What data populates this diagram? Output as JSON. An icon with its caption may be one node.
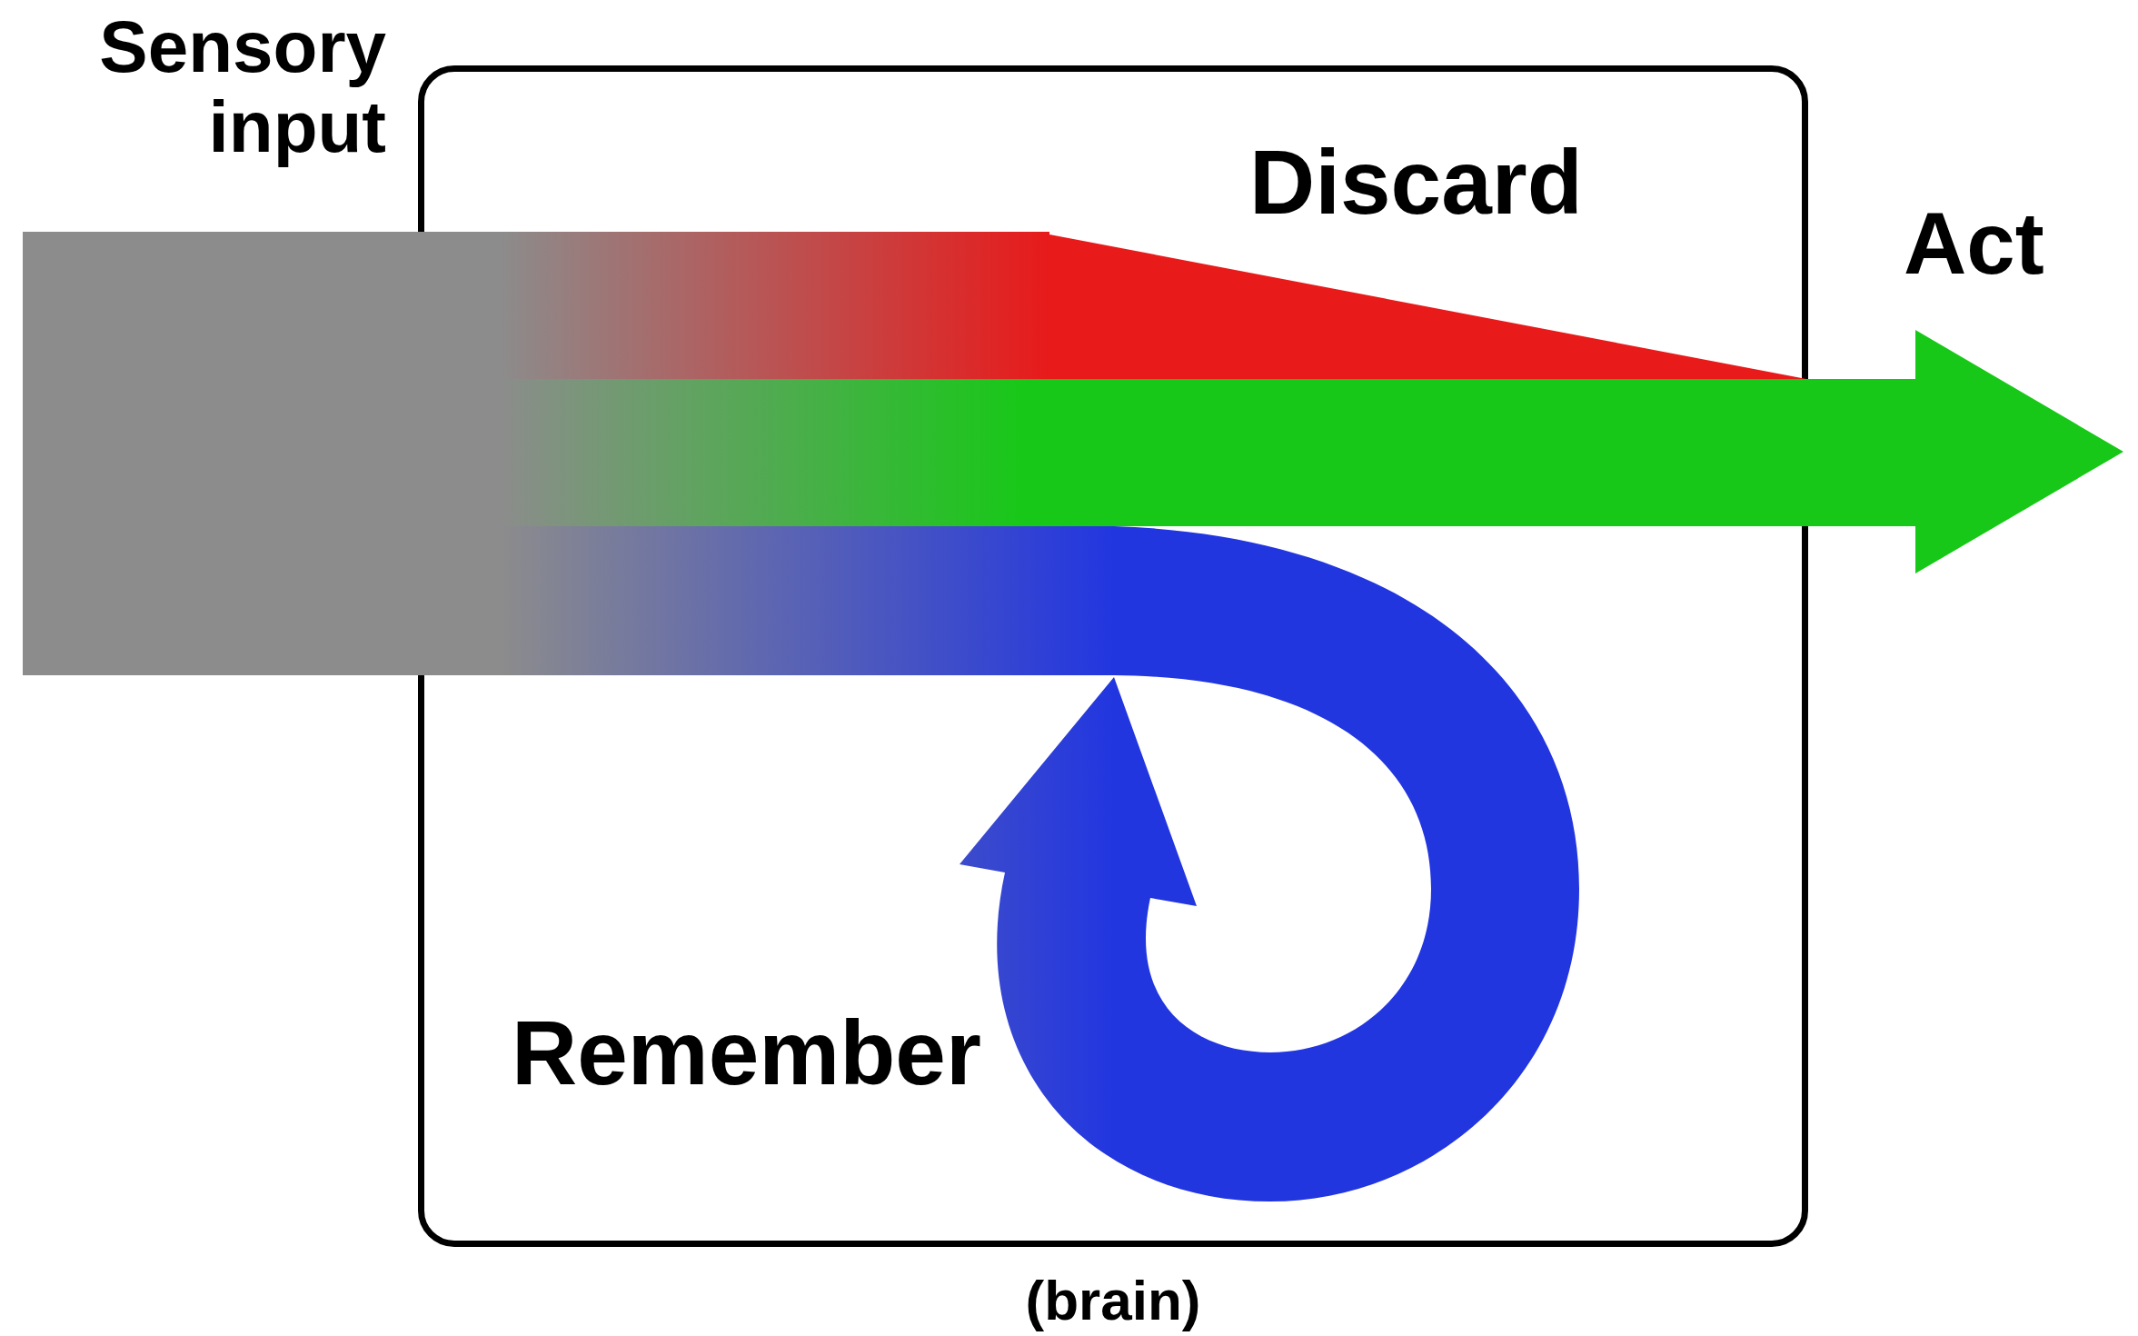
{
  "diagram": {
    "nodes": [
      {
        "text": [
          "(brain)"
        ]
      },
      {
        "text": [
          "Sensory input"
        ]
      },
      {
        "text": [
          "Discard"
        ],
        "in": 0
      },
      {
        "text": [
          "Act"
        ]
      },
      {
        "text": [
          "Remember"
        ],
        "in": 0
      }
    ],
    "edges": [
      {
        "from": 1,
        "to": 2,
        "arrow": "none",
        "color": "#e81a1a"
      },
      {
        "from": 1,
        "to": 3,
        "arrow": "to",
        "color": "#18c818"
      },
      {
        "from": 1,
        "to": 4,
        "arrow": "to",
        "color": "#2236e0"
      }
    ]
  }
}
